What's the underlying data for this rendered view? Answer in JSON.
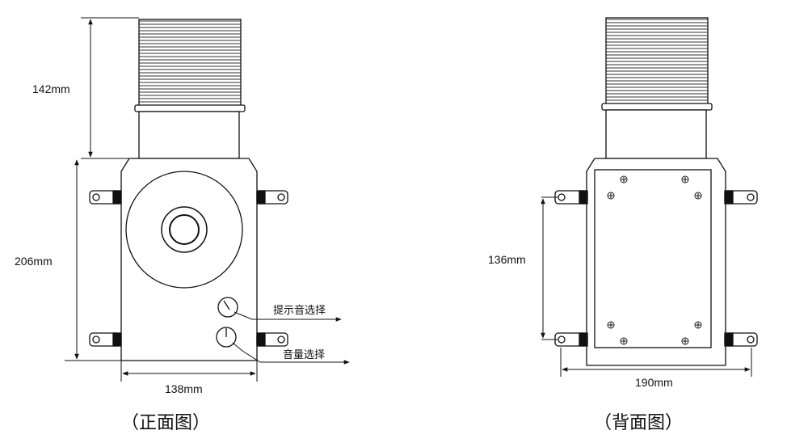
{
  "front_view": {
    "caption": "（正面图）",
    "dim_height_top": "142mm",
    "dim_height_body": "206mm",
    "dim_width": "138mm",
    "label_tone_select": "提示音选择",
    "label_volume_select": "音量选择"
  },
  "back_view": {
    "caption": "（背面图）",
    "dim_height": "136mm",
    "dim_width": "190mm"
  }
}
